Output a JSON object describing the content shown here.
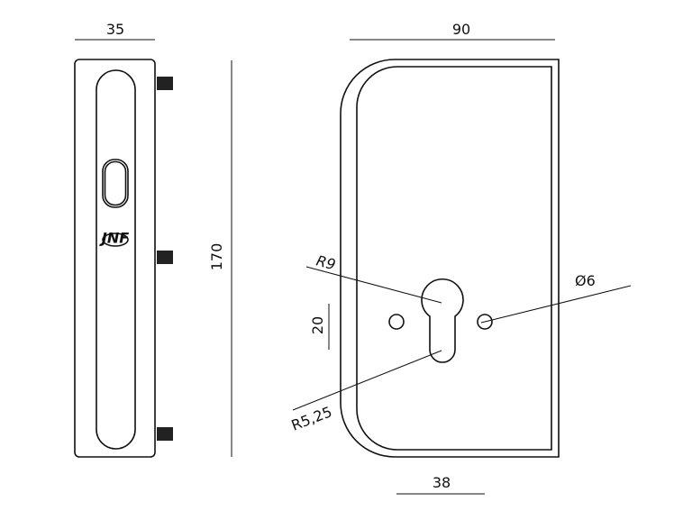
{
  "dimensions": {
    "width_side": "35",
    "height": "170",
    "width_front": "90",
    "bottom_width": "38",
    "keyhole_spacing": "20",
    "radius_top": "R9",
    "radius_bottom": "R5,25",
    "hole_diameter": "Ø6"
  },
  "logo": {
    "text": "JNF"
  },
  "colors": {
    "line": "#111111",
    "background": "#ffffff"
  }
}
